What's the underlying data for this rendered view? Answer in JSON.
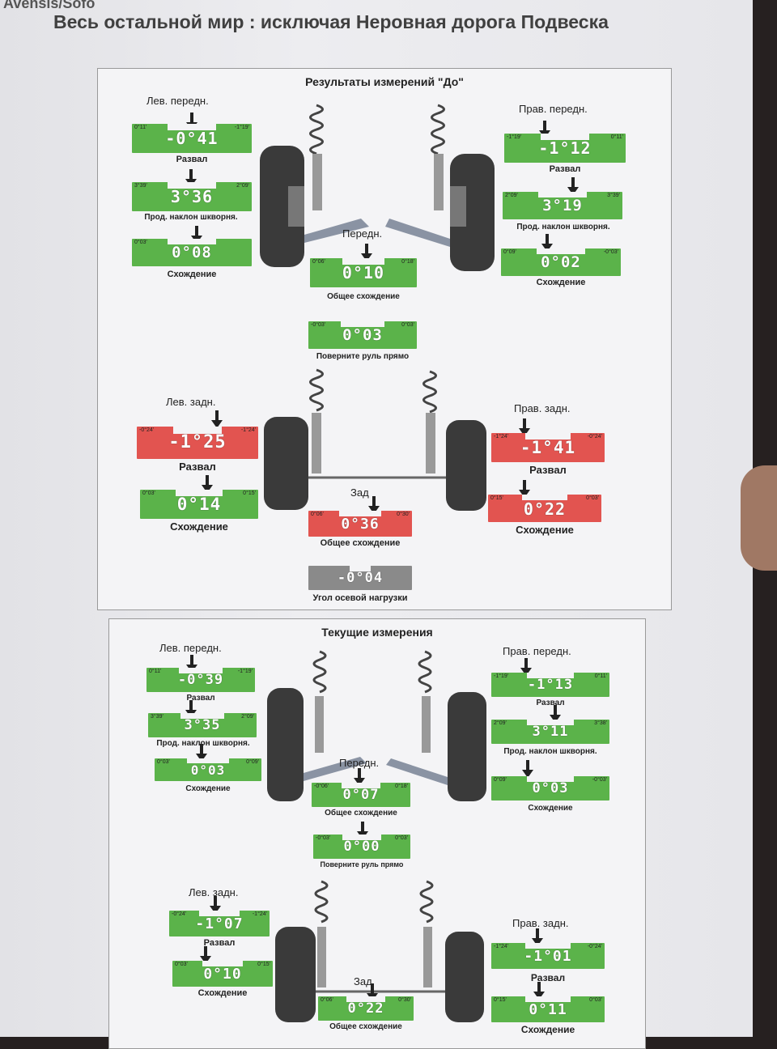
{
  "header": {
    "line1": "Avensis/Sofo",
    "line2": "Весь остальной мир : исключая Неровная дорога Подвеска"
  },
  "panels": [
    {
      "title": "Результаты измерений \"До\"",
      "front_left": {
        "label": "Лев. передн.",
        "camber": {
          "value": "-0°41",
          "lo": "0°11'",
          "hi": "-1°19'",
          "caption": "Развал"
        },
        "caster": {
          "value": "3°36",
          "lo": "3°39'",
          "hi": "2°09'",
          "caption": "Прод. наклон шкворня."
        },
        "toe": {
          "value": "0°08",
          "lo": "0°03'",
          "hi": "",
          "caption": "Схождение"
        }
      },
      "front_right": {
        "label": "Прав. передн.",
        "camber": {
          "value": "-1°12",
          "lo": "-1°19'",
          "hi": "0°11'",
          "caption": "Развал"
        },
        "caster": {
          "value": "3°19",
          "lo": "2°09'",
          "hi": "3°39'",
          "caption": "Прод. наклон шкворня."
        },
        "toe": {
          "value": "0°02",
          "lo": "0°09'",
          "hi": "-0°03'",
          "caption": "Схождение"
        }
      },
      "front_total": {
        "label": "Передн.",
        "value": "0°10",
        "lo": "0°06'",
        "hi": "0°18'",
        "caption": "Общее схождение"
      },
      "steer": {
        "value": "0°03",
        "lo": "-0°03'",
        "hi": "0°03'",
        "caption": "Поверните руль прямо"
      },
      "rear_left": {
        "label": "Лев. задн.",
        "camber": {
          "value": "-1°25",
          "lo": "-0°24'",
          "hi": "-1°24'",
          "caption": "Развал"
        },
        "toe": {
          "value": "0°14",
          "lo": "0°03'",
          "hi": "0°15'",
          "caption": "Схождение"
        }
      },
      "rear_right": {
        "label": "Прав. задн.",
        "camber": {
          "value": "-1°41",
          "lo": "-1°24'",
          "hi": "-0°24'",
          "caption": "Развал"
        },
        "toe": {
          "value": "0°22",
          "lo": "0°15'",
          "hi": "0°03'",
          "caption": "Схождение"
        }
      },
      "rear_total": {
        "label": "Зад",
        "value": "0°36",
        "lo": "0°06'",
        "hi": "0°30'",
        "caption": "Общее схождение"
      },
      "thrust": {
        "value": "-0°04",
        "caption": "Угол осевой нагрузки"
      }
    },
    {
      "title": "Текущие измерения",
      "front_left": {
        "label": "Лев. передн.",
        "camber": {
          "value": "-0°39",
          "lo": "0°11'",
          "hi": "-1°19'",
          "caption": "Развал"
        },
        "caster": {
          "value": "3°35",
          "lo": "3°39'",
          "hi": "2°09'",
          "caption": "Прод. наклон шкворня."
        },
        "toe": {
          "value": "0°03",
          "lo": "0°03'",
          "hi": "0°09'",
          "caption": "Схождение"
        }
      },
      "front_right": {
        "label": "Прав. передн.",
        "camber": {
          "value": "-1°13",
          "lo": "-1°19'",
          "hi": "0°11'",
          "caption": "Развал"
        },
        "caster": {
          "value": "3°11",
          "lo": "2°09'",
          "hi": "3°38'",
          "caption": "Прод. наклон шкворня."
        },
        "toe": {
          "value": "0°03",
          "lo": "0°09'",
          "hi": "-0°03'",
          "caption": "Схождение"
        }
      },
      "front_total": {
        "label": "Передн.",
        "value": "0°07",
        "lo": "-0°06'",
        "hi": "0°18'",
        "caption": "Общее схождение"
      },
      "steer": {
        "value": "0°00",
        "lo": "-0°03'",
        "hi": "0°03'",
        "caption": "Поверните руль прямо"
      },
      "rear_left": {
        "label": "Лев. задн.",
        "camber": {
          "value": "-1°07",
          "lo": "-0°24'",
          "hi": "-1°24'",
          "caption": "Развал"
        },
        "toe": {
          "value": "0°10",
          "lo": "0°03'",
          "hi": "0°15'",
          "caption": "Схождение"
        }
      },
      "rear_right": {
        "label": "Прав. задн.",
        "camber": {
          "value": "-1°01",
          "lo": "-1°24'",
          "hi": "-0°24'",
          "caption": "Развал"
        },
        "toe": {
          "value": "0°11",
          "lo": "0°15'",
          "hi": "0°03'",
          "caption": "Схождение"
        }
      },
      "rear_total": {
        "label": "Зад",
        "value": "0°22",
        "lo": "0°06'",
        "hi": "0°30'",
        "caption": "Общее схождение"
      }
    }
  ],
  "colors": {
    "ok": "#5bb34a",
    "out": "#e25450",
    "neutral": "#8a8a8a"
  }
}
